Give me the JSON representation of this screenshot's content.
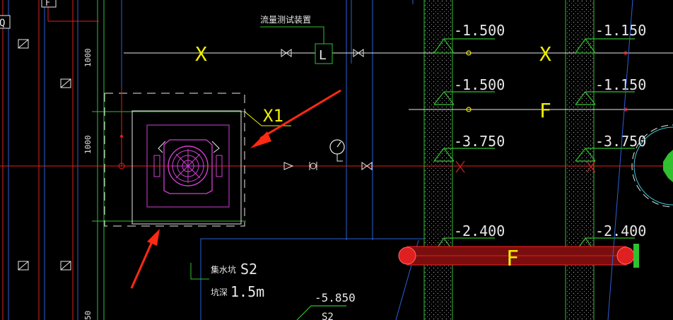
{
  "labels": {
    "flow_device": "流量测试装置",
    "meter_symbol": "L",
    "sump_line1": "集水坑",
    "sump_code": "S2",
    "sump_line2": "坑深",
    "sump_depth": "1.5m",
    "pump_tag": "X1",
    "pipe_code_f": "F",
    "pipe_code_x": "X",
    "dim_1000_a": "1000",
    "dim_1000_b": "1000",
    "dim_50": "50",
    "tag_q": "Q",
    "tag_f_top": "F",
    "sump_bottom_code": "S2"
  },
  "elevations": {
    "col1_top": "-1.500",
    "col1_second": "-1.500",
    "col1_third": "-3.750",
    "col1_fourth": "-2.400",
    "col2_top": "-1.150",
    "col2_second": "-1.150",
    "col2_third": "-3.750",
    "col2_fourth": "-2.400",
    "sump_bottom": "-5.850"
  },
  "colors": {
    "background": "#000000",
    "pipe_red": "#e02020",
    "pipe_blue": "#2a62d8",
    "pipe_green": "#30c030",
    "pipe_fill_dark": "#7a0e0e",
    "pump_magenta": "#d040d0",
    "text_yellow": "#f0f000",
    "text_white": "#e8e8e8",
    "arrow_red": "#ff2a12",
    "wall_hatch": "#9a9a9a",
    "cyan": "#40c8d8"
  }
}
